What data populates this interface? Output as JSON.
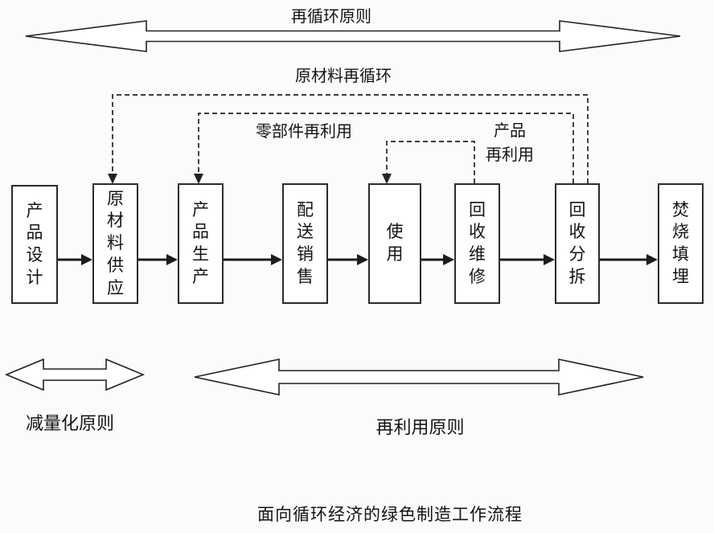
{
  "diagram": {
    "title": "面向循环经济的绿色制造工作流程"
  },
  "principle_arrows": {
    "top_label": "再循环原则",
    "bottom_left_label": "减量化原则",
    "bottom_right_label": "再利用原则"
  },
  "feedback_loops": {
    "raw_material_recycle": "原材料再循环",
    "parts_reuse": "零部件再利用",
    "product_reuse_line1": "产品",
    "product_reuse_line2": "再利用"
  },
  "process_boxes": [
    {
      "label": "产品设计"
    },
    {
      "label": "原材料供应"
    },
    {
      "label": "产品生产"
    },
    {
      "label": "配送销售"
    },
    {
      "label": "使用"
    },
    {
      "label": "回收维修"
    },
    {
      "label": "回收分拆"
    },
    {
      "label": "焚烧填埋"
    }
  ],
  "colors": {
    "background": "#fbfbfa",
    "line": "#1c1c1c",
    "box_fill": "#ffffff"
  }
}
